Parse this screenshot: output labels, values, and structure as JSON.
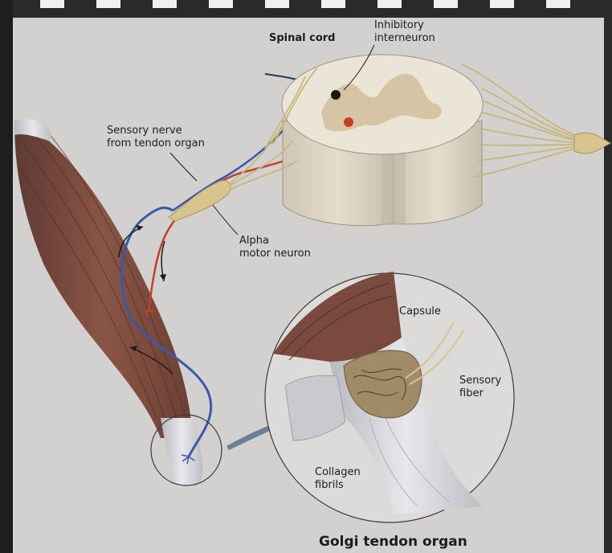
{
  "labels": {
    "spinal_cord": "Spinal cord",
    "inhibitory_interneuron": "Inhibitory\ninterneuron",
    "sensory_nerve": "Sensory nerve\nfrom tendon organ",
    "alpha_motor_neuron": "Alpha\nmotor neuron",
    "capsule": "Capsule",
    "sensory_fiber": "Sensory\nfiber",
    "collagen_fibrils": "Collagen\nfibrils"
  },
  "title": "Golgi tendon organ",
  "colors": {
    "muscle": "#7a4a3e",
    "tendon": "#cfcfd3",
    "sensory_neuron": "#3b57a8",
    "motor_neuron": "#c2402a",
    "nerve_fibers": "#c9b77a",
    "spinal_white": "#e6e0d4",
    "spinal_gray": "#d4c1a0"
  }
}
